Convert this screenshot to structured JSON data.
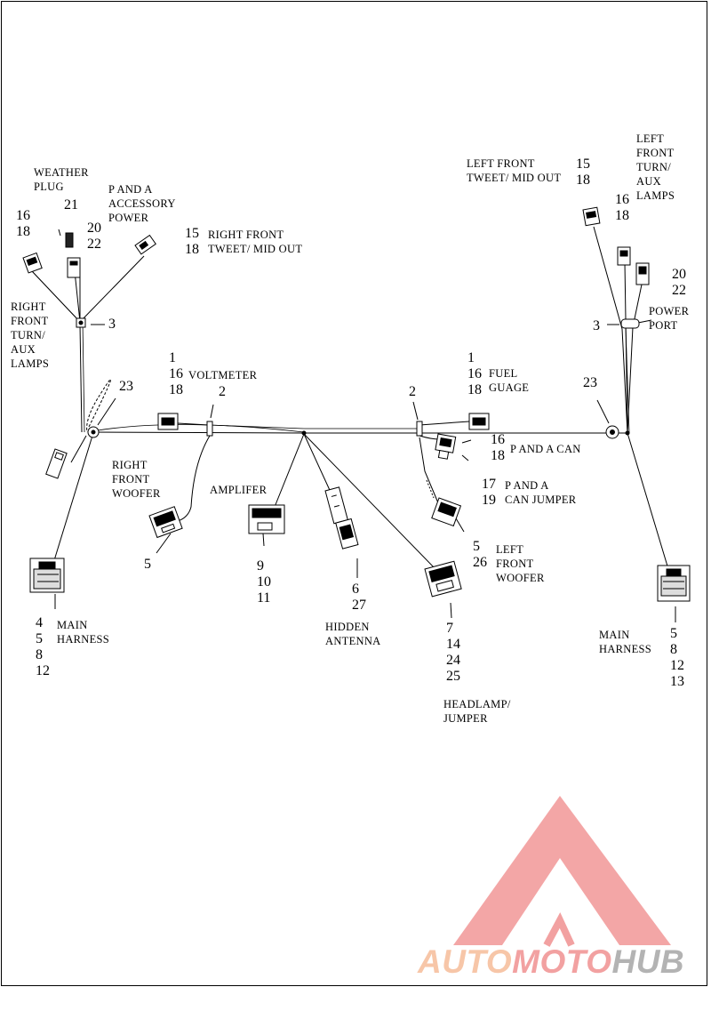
{
  "labels": {
    "weather_plug": [
      "WEATHER",
      "PLUG"
    ],
    "weather_plug_num": "21",
    "pa_accessory_power": [
      "P AND A",
      "ACCESSORY",
      "POWER"
    ],
    "pa_accessory_power_nums": [
      "20",
      "22"
    ],
    "rf_turn_nums": [
      "16",
      "18"
    ],
    "rf_tweet_nums": [
      "15",
      "18"
    ],
    "rf_tweet_caption": [
      "RIGHT FRONT",
      "TWEET/ MID OUT"
    ],
    "rf_turn_caption": [
      "RIGHT",
      "FRONT",
      "TURN/",
      "AUX",
      "LAMPS"
    ],
    "clip_left": "3",
    "left_front_tweet_caption": [
      "LEFT FRONT",
      "TWEET/ MID OUT"
    ],
    "left_front_tweet_nums": [
      "15",
      "18"
    ],
    "left_front_turn_caption": [
      "LEFT",
      "FRONT",
      "TURN/",
      "AUX",
      "LAMPS"
    ],
    "left_front_turn_nums": [
      "16",
      "18"
    ],
    "power_port_nums": [
      "20",
      "22"
    ],
    "power_port_caption": [
      "POWER",
      "PORT"
    ],
    "clip_right": "3",
    "voltmeter_nums": [
      "1",
      "16",
      "18"
    ],
    "voltmeter_caption": "VOLTMETER",
    "fuel_nums": [
      "1",
      "16",
      "18"
    ],
    "fuel_caption": [
      "FUEL",
      "GUAGE"
    ],
    "ground_left": "23",
    "ground_right": "23",
    "tie_left": "2",
    "tie_right": "2",
    "pa_can_nums": [
      "16",
      "18"
    ],
    "pa_can_caption": "P AND A CAN",
    "pa_can_jumper_nums": [
      "17",
      "19"
    ],
    "pa_can_jumper_caption": [
      "P AND A",
      "CAN JUMPER"
    ],
    "rf_woofer_caption": [
      "RIGHT",
      "FRONT",
      "WOOFER"
    ],
    "rf_woofer_num": "5",
    "amplifier_caption": "AMPLIFER",
    "amplifier_nums": [
      "9",
      "10",
      "11"
    ],
    "antenna_nums": [
      "6",
      "27"
    ],
    "antenna_caption": [
      "HIDDEN",
      "ANTENNA"
    ],
    "lf_woofer_nums": [
      "5",
      "26"
    ],
    "lf_woofer_caption": [
      "LEFT",
      "FRONT",
      "WOOFER"
    ],
    "headlamp_nums": [
      "7",
      "14",
      "24",
      "25"
    ],
    "headlamp_caption": [
      "HEADLAMP/",
      "JUMPER"
    ],
    "main_left_nums": [
      "4",
      "5",
      "8",
      "12"
    ],
    "main_left_caption": [
      "MAIN",
      "HARNESS"
    ],
    "main_right_caption": [
      "MAIN",
      "HARNESS"
    ],
    "main_right_nums": [
      "5",
      "8",
      "12",
      "13"
    ]
  },
  "watermark": {
    "part1": "AUTO",
    "part2": "MOTO",
    "part3": "HUB",
    "colors": {
      "auto": "#f7c6a8",
      "moto": "#f2a1a1",
      "hub": "#b3b3b3",
      "triangle": "#f2a1a1"
    }
  }
}
